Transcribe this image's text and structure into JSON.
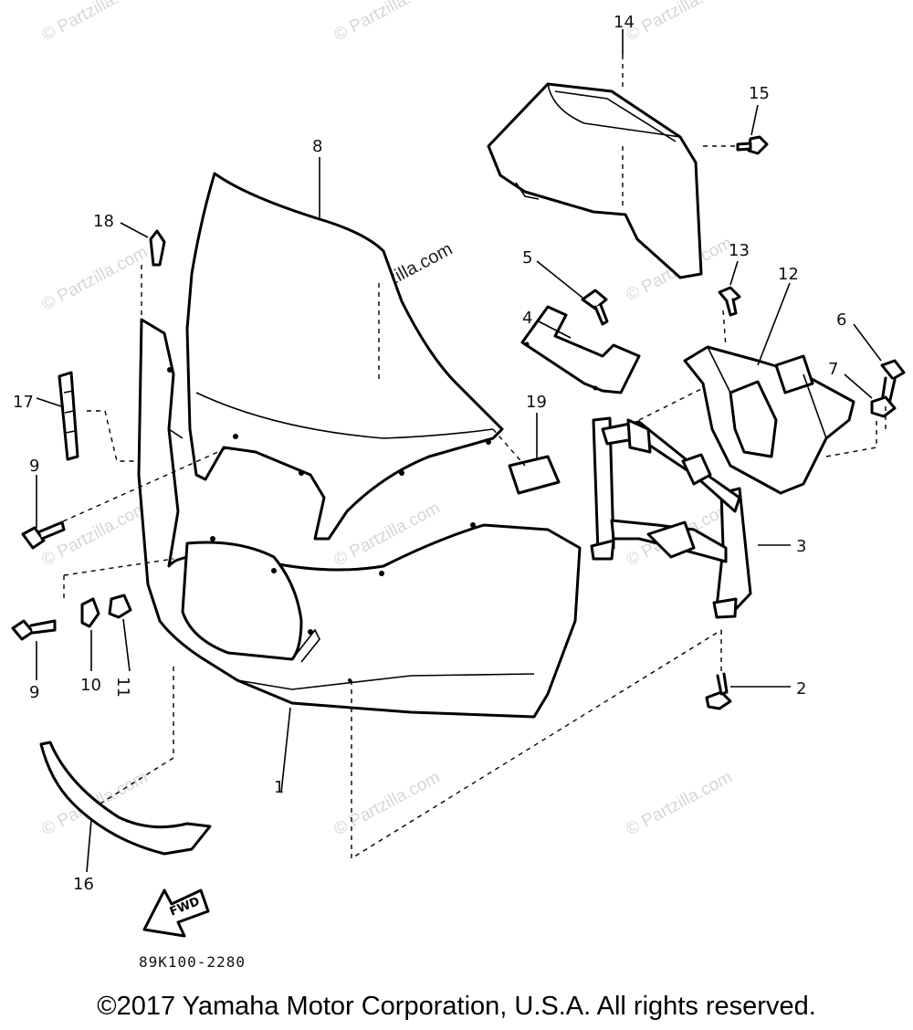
{
  "diagram": {
    "callouts": {
      "c2": "2",
      "c3": "3",
      "c4": "4",
      "c5": "5",
      "c6": "6",
      "c7": "7",
      "c8": "8",
      "c9a": "9",
      "c9b": "9",
      "c10": "10",
      "c11": "11",
      "c12": "12",
      "c13": "13",
      "c14": "14",
      "c15": "15",
      "c16": "16",
      "c17": "17",
      "c18": "18",
      "c19": "19",
      "c1": "1"
    },
    "watermark": "© Partzilla.com",
    "watermark_center": "© Partzilla.com",
    "fwd_label": "FWD",
    "diagram_code": "89K100-2280"
  },
  "footer": {
    "copyright": "©2017 Yamaha Motor Corporation, U.S.A. All rights reserved."
  }
}
